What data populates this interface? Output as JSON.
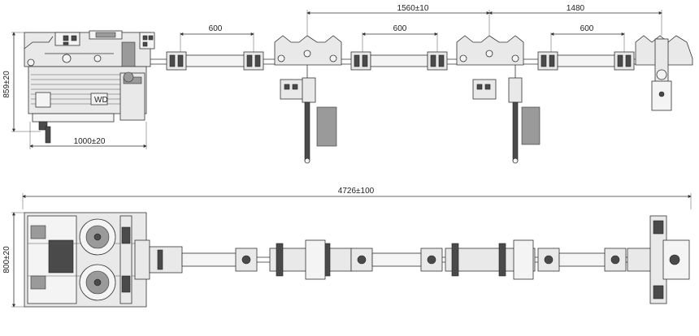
{
  "top_view": {
    "dims": {
      "span_left": "600",
      "span_center": "600",
      "span_right": "600",
      "pitch": "1560±10",
      "pitch_right": "1480",
      "height": "859±20",
      "width": "1000±20"
    },
    "labels": {
      "unit_plate": "WD"
    }
  },
  "bottom_view": {
    "dims": {
      "length": "4726±100",
      "height": "800±20"
    }
  }
}
